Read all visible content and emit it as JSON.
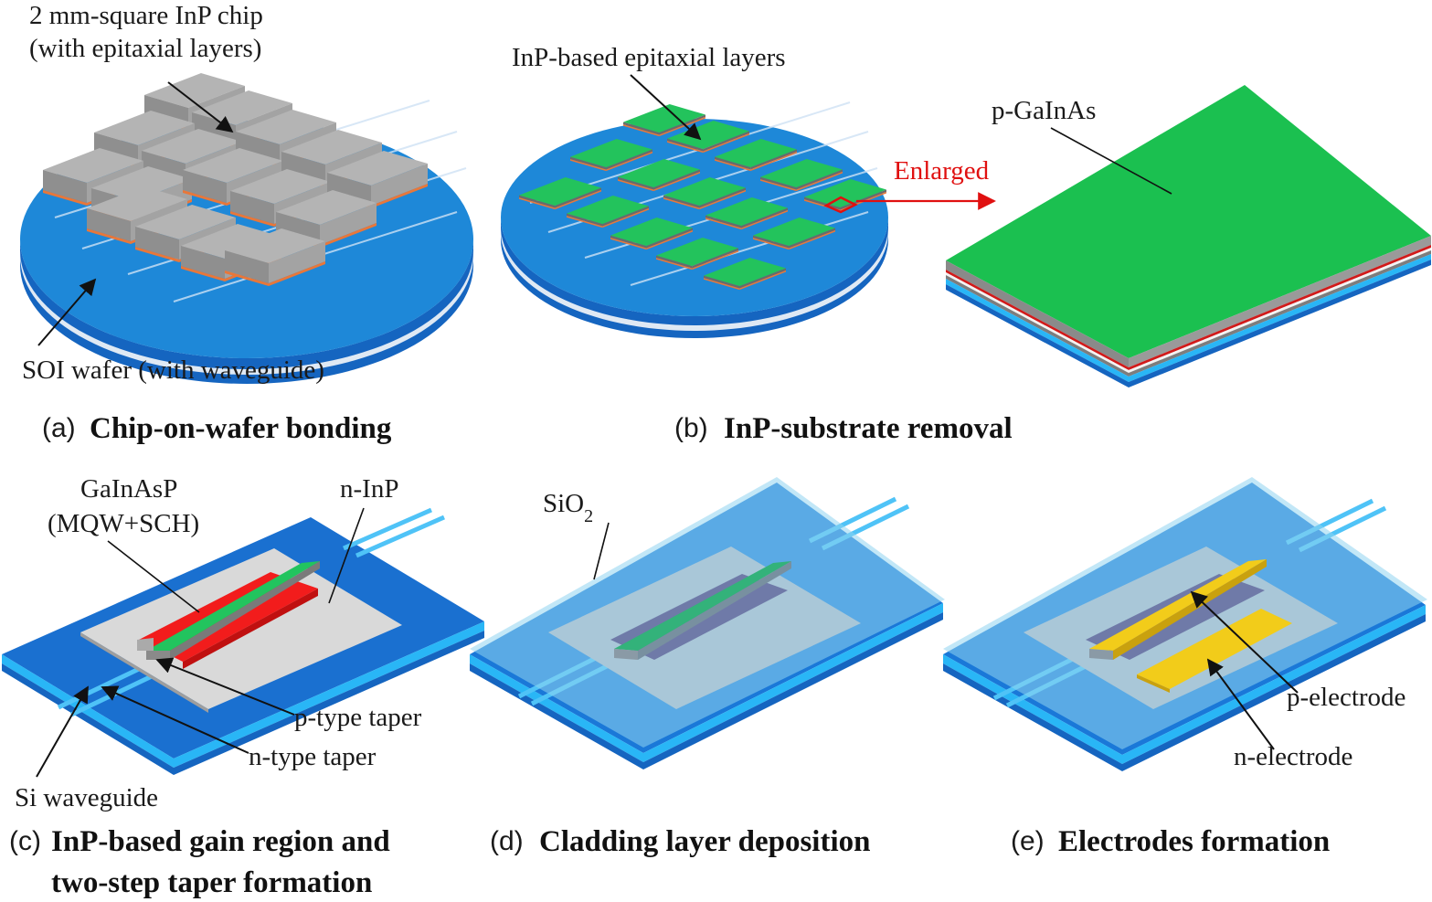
{
  "panels": {
    "a": {
      "letter": "(a)",
      "title": "Chip-on-wafer bonding",
      "chip_label_line1": "2 mm-square InP chip",
      "chip_label_line2": "(with epitaxial layers)",
      "wafer_label": "SOI wafer (with waveguide)"
    },
    "b": {
      "letter": "(b)",
      "title": "InP-substrate removal",
      "epi_label": "InP-based epitaxial layers",
      "enlarged_label": "Enlarged",
      "top_layer_label": "p-GaInAs"
    },
    "c": {
      "letter": "(c)",
      "title_line1": "InP-based gain region and",
      "title_line2": "two-step taper formation",
      "mqw_label_line1": "GaInAsP",
      "mqw_label_line2": "(MQW+SCH)",
      "ninp_label": "n-InP",
      "ptaper_label": "p-type taper",
      "ntaper_label": "n-type taper",
      "si_label": "Si waveguide"
    },
    "d": {
      "letter": "(d)",
      "title": "Cladding layer deposition",
      "sio2_label": "SiO",
      "sio2_sub": "2"
    },
    "e": {
      "letter": "(e)",
      "title": "Electrodes formation",
      "pel_label": "p-electrode",
      "nel_label": "n-electrode"
    }
  },
  "colors": {
    "wafer_blue": "#1e88d8",
    "substrate_blue": "#1565c0",
    "chip_gray": "#9e9e9e",
    "epi_green": "#22c45e",
    "mesa_red": "#f02020",
    "electrode_yellow": "#f2cc1a",
    "cladding": "#9ed8ee",
    "enlarged_red": "#e01010"
  }
}
